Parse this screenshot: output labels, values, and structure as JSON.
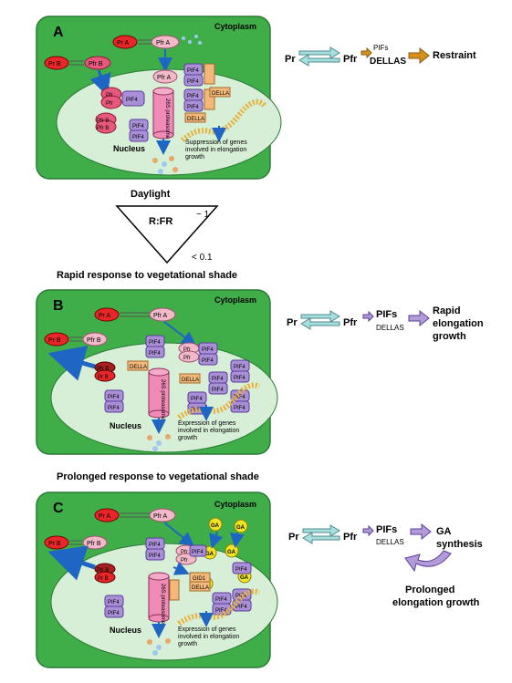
{
  "panels": [
    {
      "letter": "A",
      "cytoplasm": "Cytoplasm",
      "nucleus": "Nucleus",
      "proteasome": "26S proteasome",
      "gene_text": [
        "Suppression of genes",
        "involved in elongation",
        "growth"
      ],
      "scheme": {
        "pr": "Pr",
        "pfr": "Pfr",
        "pifs": "PIFs",
        "dellas": "DELLAS",
        "outcome": "Restraint"
      }
    },
    {
      "letter": "B",
      "heading": "Rapid response to vegetational shade",
      "cytoplasm": "Cytoplasm",
      "nucleus": "Nucleus",
      "proteasome": "26S proteasome",
      "gene_text": [
        "Expression of genes",
        "involved in elongation",
        "growth"
      ],
      "scheme": {
        "pr": "Pr",
        "pfr": "Pfr",
        "pifs": "PIFs",
        "dellas": "DELLAS",
        "outcome": [
          "Rapid",
          "elongation",
          "growth"
        ]
      }
    },
    {
      "letter": "C",
      "heading": "Prolonged response to vegetational shade",
      "cytoplasm": "Cytoplasm",
      "nucleus": "Nucleus",
      "proteasome": "26S proteasome",
      "gene_text": [
        "Expression of genes",
        "involved in elongation",
        "growth"
      ],
      "scheme": {
        "pr": "Pr",
        "pfr": "Pfr",
        "pifs": "PIFs",
        "dellas": "DELLAS",
        "outcome": [
          "GA",
          "synthesis"
        ],
        "footer": [
          "Prolonged",
          "elongation growth"
        ]
      }
    }
  ],
  "labels": {
    "pr_a": "Pr A",
    "pfr_a": "Pfr A",
    "pr_b": "Pr B",
    "pfr_b": "Pfr B",
    "pfr": "Pfr",
    "pif4": "PIF4",
    "della": "DELLA",
    "ga": "GA",
    "gid1": "GID1"
  },
  "triangle": {
    "top": "Daylight",
    "center": "R:FR",
    "high": "~ 1",
    "low": "< 0.1"
  },
  "colors": {
    "cell": "#3fae49",
    "nucleus": "#d7efd7",
    "phyA": "#f2b9c9",
    "phyB_red": "#e8262a",
    "pif4": "#a98fd6",
    "della": "#f4b97a",
    "ga": "#f2e323",
    "proteasome": "#f08ab6",
    "orange_arrow": "#d6901c",
    "teal_arrow": "#a8dede",
    "purple_arrow": "#b39ad9",
    "blue_arrow": "#1f66c4"
  }
}
